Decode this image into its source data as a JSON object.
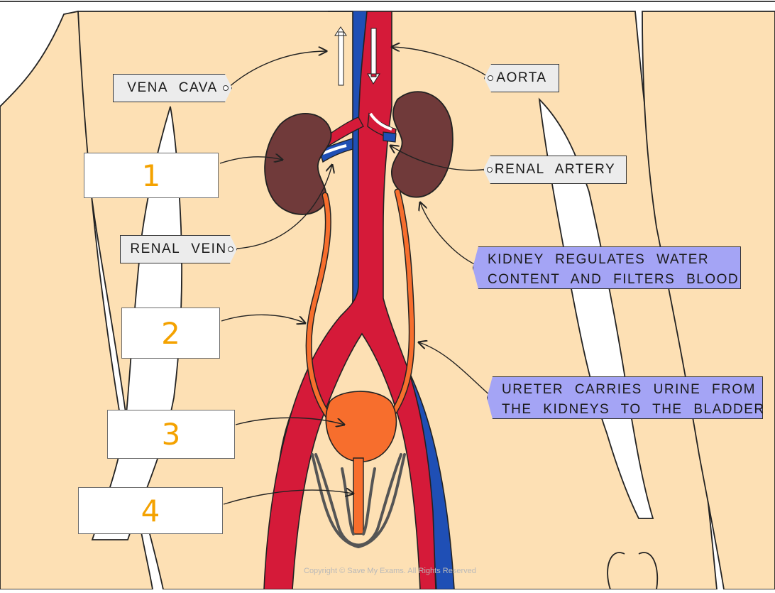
{
  "labels": {
    "vena_cava": "VENA CAVA",
    "aorta": "AORTA",
    "renal_artery": "RENAL ARTERY",
    "renal_vein": "RENAL VEIN",
    "kidney_info_line1": "KIDNEY REGULATES WATER",
    "kidney_info_line2": "CONTENT AND FILTERS BLOOD",
    "ureter_info_line1": "URETER CARRIES URINE FROM",
    "ureter_info_line2": "THE KIDNEYS TO THE BLADDER"
  },
  "answer_boxes": [
    "1",
    "2",
    "3",
    "4"
  ],
  "copyright": "Copyright © Save My Exams. All Rights Reserved",
  "colors": {
    "skin": "#fde0b4",
    "vein_blue": "#1f4fb5",
    "artery_red": "#d51a39",
    "kidney": "#703a3a",
    "ureter_orange": "#f76e2d",
    "number": "#f4a200",
    "info_box": "#a4a4f5",
    "tag_box": "#ececec"
  }
}
